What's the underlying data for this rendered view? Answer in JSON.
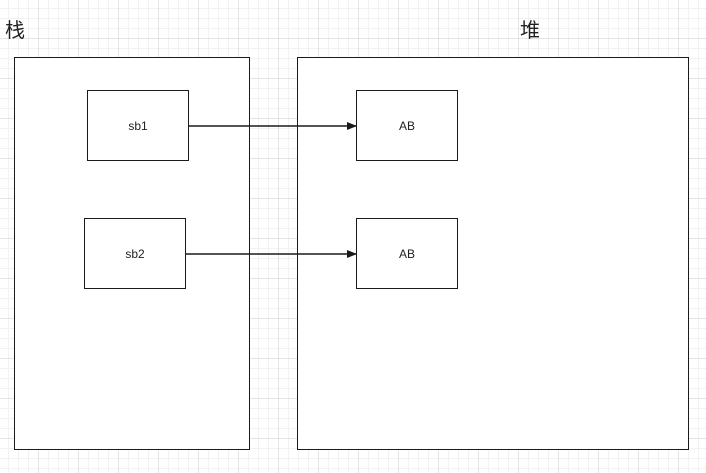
{
  "regions": {
    "stack": {
      "title": "栈"
    },
    "heap": {
      "title": "堆"
    }
  },
  "nodes": {
    "sb1": {
      "label": "sb1"
    },
    "sb2": {
      "label": "sb2"
    },
    "ab1": {
      "label": "AB"
    },
    "ab2": {
      "label": "AB"
    }
  },
  "edges": [
    {
      "from": "sb1",
      "to": "ab1"
    },
    {
      "from": "sb2",
      "to": "ab2"
    }
  ],
  "colors": {
    "stroke": "#1a1a1a",
    "text": "#222222",
    "grid": "#e4e4e4"
  }
}
